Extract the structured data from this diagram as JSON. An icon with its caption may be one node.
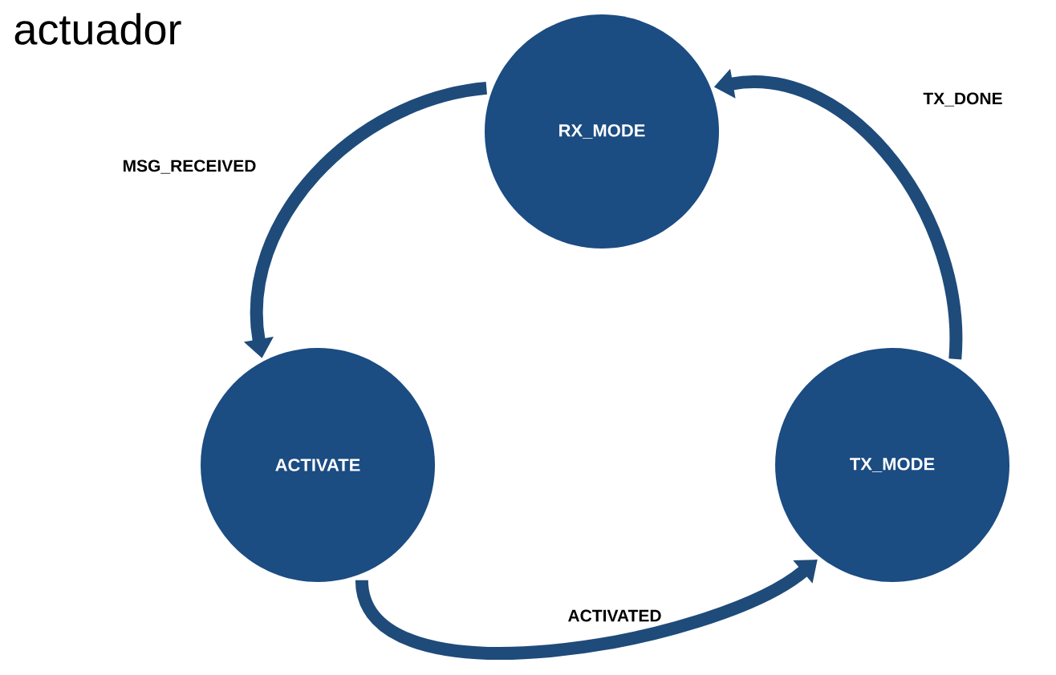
{
  "diagram": {
    "title": "actuador",
    "nodes": [
      {
        "text": [
          "RX_MODE"
        ]
      },
      {
        "text": [
          "ACTIVATE"
        ]
      },
      {
        "text": [
          "TX_MODE"
        ]
      }
    ],
    "edges": [
      {
        "from": 0,
        "to": 1,
        "arrow": "to",
        "label": "MSG_RECEIVED"
      },
      {
        "from": 1,
        "to": 2,
        "arrow": "to",
        "label": "ACTIVATED"
      },
      {
        "from": 2,
        "to": 0,
        "arrow": "to",
        "label": "TX_DONE"
      }
    ]
  }
}
